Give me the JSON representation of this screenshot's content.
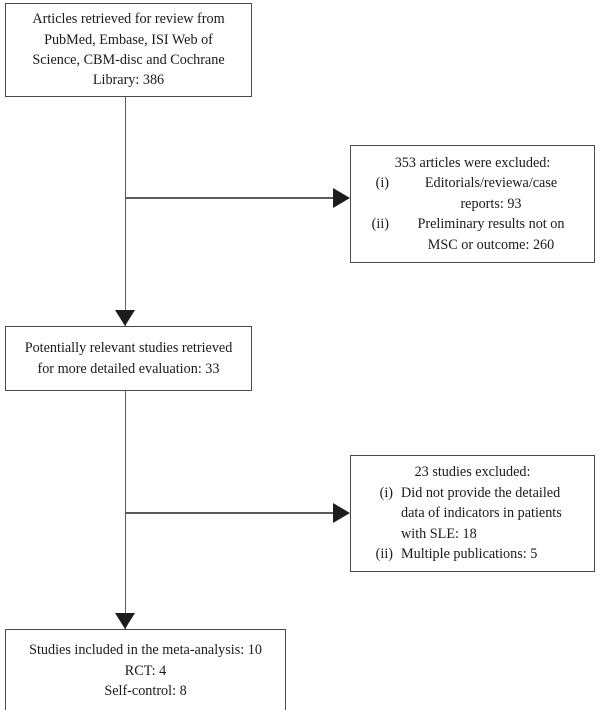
{
  "diagram": {
    "type": "prisma-study-selection-flowchart",
    "nodes": {
      "source": {
        "lines": [
          "Articles retrieved for review from",
          "PubMed, Embase, ISI Web of",
          "Science, CBM-disc and Cochrane",
          "Library: 386"
        ],
        "count": 386
      },
      "exclusion_1": {
        "heading": "353 articles were excluded:",
        "count": 353,
        "items": [
          {
            "marker": "(i)",
            "lines": [
              "Editorials/reviewa/case",
              "reports: 93"
            ],
            "count": 93
          },
          {
            "marker": "(ii)",
            "lines": [
              "Preliminary results not on",
              "MSC or outcome: 260"
            ],
            "count": 260
          }
        ]
      },
      "relevant": {
        "lines": [
          "Potentially relevant studies retrieved",
          "for more detailed evaluation: 33"
        ],
        "count": 33
      },
      "exclusion_2": {
        "heading": "23 studies excluded:",
        "count": 23,
        "items": [
          {
            "marker": "(i)",
            "lines": [
              "Did not provide the detailed",
              "data of indicators in patients",
              "with SLE: 18"
            ],
            "count": 18
          },
          {
            "marker": "(ii)",
            "lines": [
              "Multiple publications: 5"
            ],
            "count": 5
          }
        ]
      },
      "included": {
        "lines": [
          "Studies included in the meta-analysis: 10",
          "RCT: 4",
          "Self-control: 8"
        ],
        "total": 10,
        "rct": 4,
        "self_control": 8
      }
    },
    "colors": {
      "box_border": "#4a4a4a",
      "connector": "#5a5a5a",
      "arrowhead": "#1c1c1c",
      "text": "#1a1a1a",
      "background": "#ffffff"
    }
  }
}
